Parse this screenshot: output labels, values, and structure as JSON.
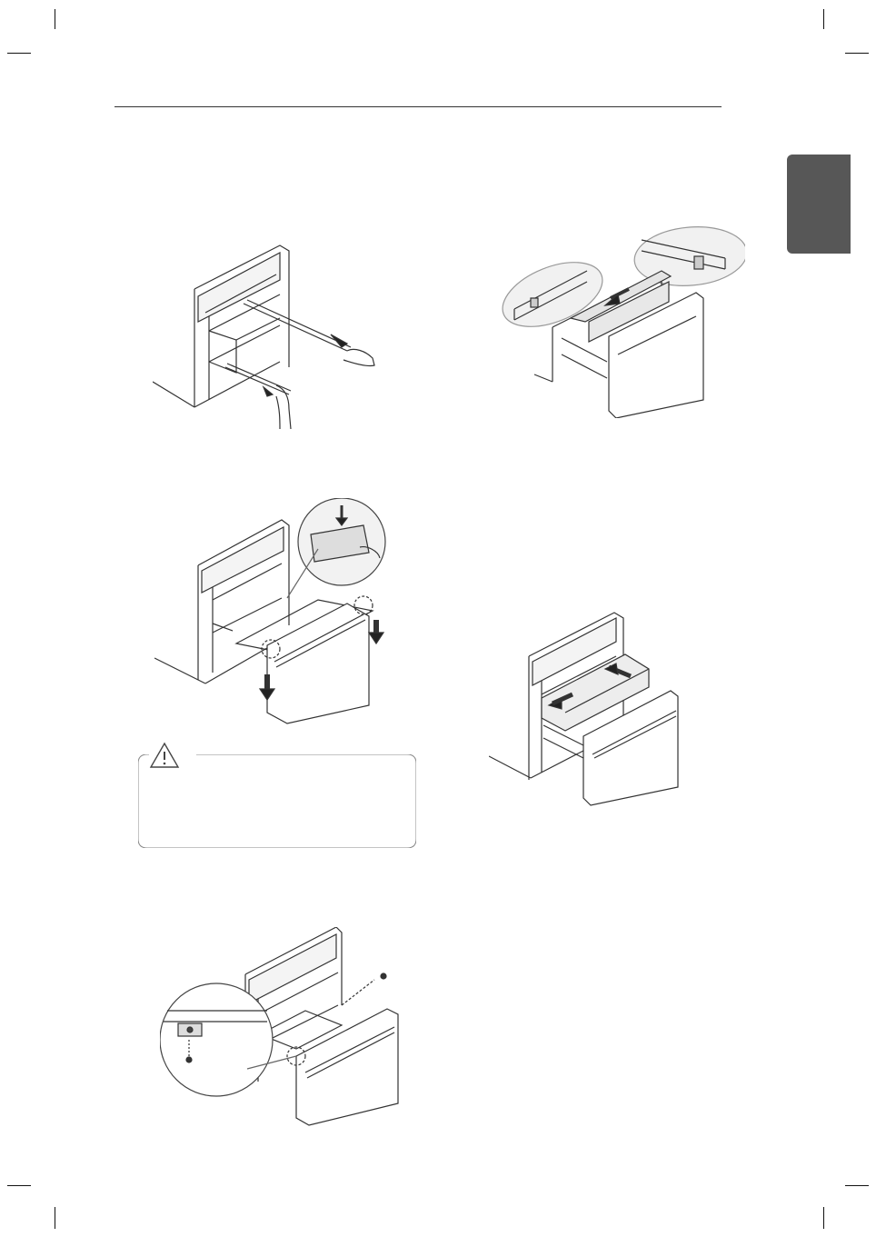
{
  "page": {
    "header_rule": true,
    "side_tab_color": "#575757"
  },
  "figures": [
    {
      "id": "fig-remove-rails",
      "icon": "drawer-rails-pull-out"
    },
    {
      "id": "fig-insert-basket",
      "icon": "basket-slide-in-with-zoom"
    },
    {
      "id": "fig-drawer-lift-off",
      "icon": "drawer-front-lift-with-zoom"
    },
    {
      "id": "fig-basket-slide",
      "icon": "basket-slide-arrows"
    },
    {
      "id": "fig-screw-detail",
      "icon": "drawer-screw-with-zoom"
    }
  ],
  "caution": {
    "icon": "warning-triangle-icon",
    "label": ""
  }
}
